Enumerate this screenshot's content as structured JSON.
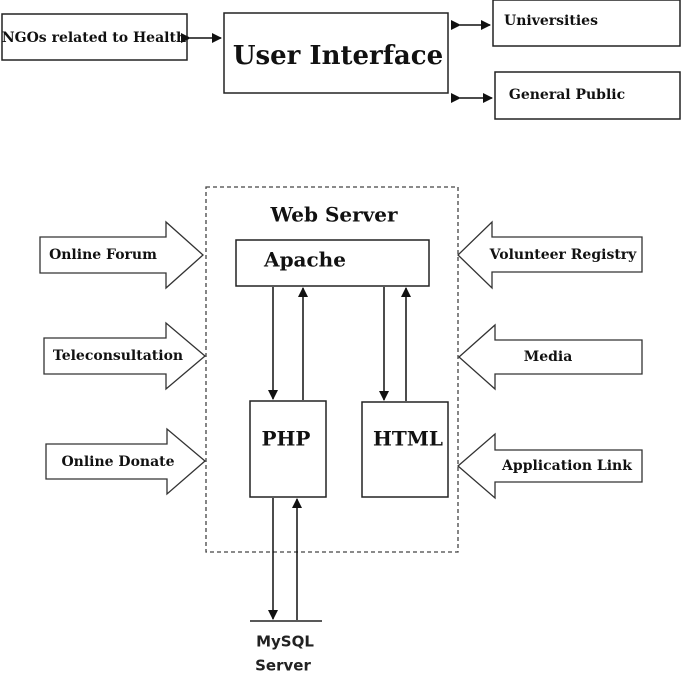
{
  "top": {
    "user_interface": "User Interface",
    "ngos": "NGOs related to Health",
    "universities": "Universities",
    "general_public": "General Public"
  },
  "server": {
    "title": "Web Server",
    "apache": "Apache",
    "php": "PHP",
    "html": "HTML"
  },
  "left_inputs": [
    "Online Forum",
    "Teleconsultation",
    "Online Donate"
  ],
  "right_inputs": [
    "Volunteer Registry",
    "Media",
    "Application Link"
  ],
  "db": {
    "line1": "MySQL",
    "line2": "Server"
  }
}
